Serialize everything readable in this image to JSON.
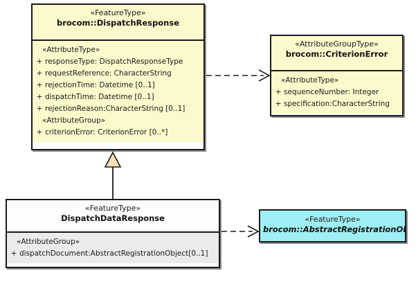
{
  "diagram": {
    "title": "UML class diagram",
    "background": "#ffffff",
    "colors": {
      "feature_type_fill": "#fafacd",
      "attribute_group_type_fill": "#fafacd",
      "data_response_fill": "#ebebeb",
      "abstract_fill": "#9ff0f5",
      "border": "#1a1a1a",
      "generalization_arrow_fill": "#f7dfb5"
    }
  },
  "classes": {
    "dispatch_response": {
      "stereotype": "«FeatureType»",
      "name": "brocom::DispatchResponse",
      "compartments": [
        {
          "label": "«AttributeType»",
          "attributes": [
            {
              "visibility": "+",
              "text": "responseType: DispatchResponseType"
            },
            {
              "visibility": "+",
              "text": "requestReference: CharacterString"
            },
            {
              "visibility": "+",
              "text": "rejectionTime: Datetime [0..1]"
            },
            {
              "visibility": "+",
              "text": "dispatchTime: Datetime [0..1]"
            },
            {
              "visibility": "+",
              "text": "rejectionReason:CharacterString [0..1]"
            }
          ]
        },
        {
          "label": "«AttributeGroup»",
          "attributes": [
            {
              "visibility": "+",
              "text": "criterionError: CriterionError [0..*]"
            }
          ]
        }
      ]
    },
    "criterion_error": {
      "stereotype": "«AttributeGroupType»",
      "name": "brocom::CriterionError",
      "compartments": [
        {
          "label": "«AttributeType»",
          "attributes": [
            {
              "visibility": "+",
              "text": "sequenceNumber: Integer"
            },
            {
              "visibility": "+",
              "text": "specification:CharacterString"
            }
          ]
        }
      ]
    },
    "dispatch_data_response": {
      "stereotype": "«FeatureType»",
      "name": "DispatchDataResponse",
      "compartments": [
        {
          "label": "«AttributeGroup»",
          "attributes": [
            {
              "visibility": "+",
              "text": "dispatchDocument:AbstractRegistrationObject[0..1]"
            }
          ]
        }
      ]
    },
    "abstract_registration_object": {
      "stereotype": "«FeatureType»",
      "name": "brocom::AbstractRegistrationObject",
      "abstract": true,
      "compartments": []
    }
  },
  "relationships": [
    {
      "id": "dep-dispatchresponse-criterionerror",
      "type": "dependency",
      "style": "dashed-open-arrow",
      "from": "dispatch_response",
      "to": "criterion_error"
    },
    {
      "id": "gen-dispatchdataresponse-dispatchresponse",
      "type": "generalization",
      "style": "solid-hollow-triangle",
      "from": "dispatch_data_response",
      "to": "dispatch_response"
    },
    {
      "id": "dep-dispatchdataresponse-abstractregistrationobject",
      "type": "dependency",
      "style": "dashed-open-arrow",
      "from": "dispatch_data_response",
      "to": "abstract_registration_object"
    }
  ]
}
